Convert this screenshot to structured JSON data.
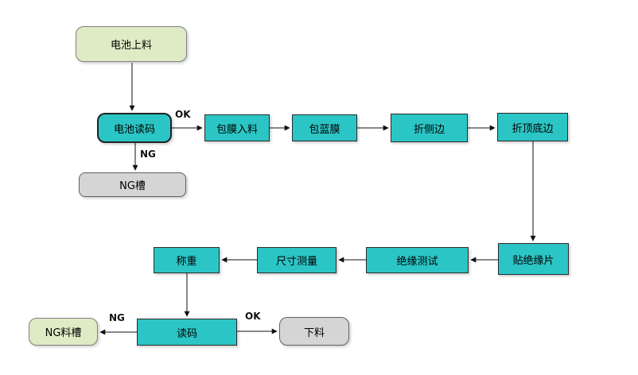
{
  "diagram": {
    "type": "flowchart",
    "background": "#FFFFFF",
    "colors": {
      "process_fill": "#2CC5C5",
      "process_border": "#2A2A2A",
      "terminal_green_fill": "#DEEBC4",
      "terminal_green_border": "#808080",
      "ng_gray_fill": "#D5D5D5",
      "ng_gray_border": "#616161",
      "arrow": "#111111",
      "text": "#000000"
    },
    "nodes": {
      "battery_loading": {
        "label": "电池上料",
        "shape": "rounded",
        "fill": "green"
      },
      "battery_scan": {
        "label": "电池读码",
        "shape": "rounded",
        "fill": "cyan"
      },
      "ng_slot": {
        "label": "NG槽",
        "shape": "rounded",
        "fill": "gray"
      },
      "film_wrap_feed": {
        "label": "包膜入料",
        "shape": "rect",
        "fill": "cyan"
      },
      "blue_film_wrap": {
        "label": "包蓝膜",
        "shape": "rect",
        "fill": "cyan"
      },
      "fold_side": {
        "label": "折侧边",
        "shape": "rect",
        "fill": "cyan"
      },
      "fold_top_bottom": {
        "label": "折顶底边",
        "shape": "rect",
        "fill": "cyan"
      },
      "attach_insulation": {
        "label": "贴绝缘片",
        "shape": "rect",
        "fill": "cyan"
      },
      "insulation_test": {
        "label": "绝缘测试",
        "shape": "rect",
        "fill": "cyan"
      },
      "dimension_measure": {
        "label": "尺寸测量",
        "shape": "rect",
        "fill": "cyan"
      },
      "weighing": {
        "label": "称重",
        "shape": "rect",
        "fill": "cyan"
      },
      "code_scan": {
        "label": "读码",
        "shape": "rect",
        "fill": "cyan"
      },
      "ng_chute": {
        "label": "NG料槽",
        "shape": "rounded",
        "fill": "green"
      },
      "unload": {
        "label": "下料",
        "shape": "rounded",
        "fill": "gray"
      }
    },
    "edges": [
      {
        "from": "电池上料",
        "to": "电池读码",
        "label": ""
      },
      {
        "from": "电池读码",
        "to": "包膜入料",
        "label": "OK"
      },
      {
        "from": "电池读码",
        "to": "NG槽",
        "label": "NG"
      },
      {
        "from": "包膜入料",
        "to": "包蓝膜",
        "label": ""
      },
      {
        "from": "包蓝膜",
        "to": "折侧边",
        "label": ""
      },
      {
        "from": "折侧边",
        "to": "折顶底边",
        "label": ""
      },
      {
        "from": "折顶底边",
        "to": "贴绝缘片",
        "label": ""
      },
      {
        "from": "贴绝缘片",
        "to": "绝缘测试",
        "label": ""
      },
      {
        "from": "绝缘测试",
        "to": "尺寸测量",
        "label": ""
      },
      {
        "from": "尺寸测量",
        "to": "称重",
        "label": ""
      },
      {
        "from": "称重",
        "to": "读码",
        "label": ""
      },
      {
        "from": "读码",
        "to": "NG料槽",
        "label": "NG"
      },
      {
        "from": "读码",
        "to": "下料",
        "label": "OK"
      }
    ]
  }
}
